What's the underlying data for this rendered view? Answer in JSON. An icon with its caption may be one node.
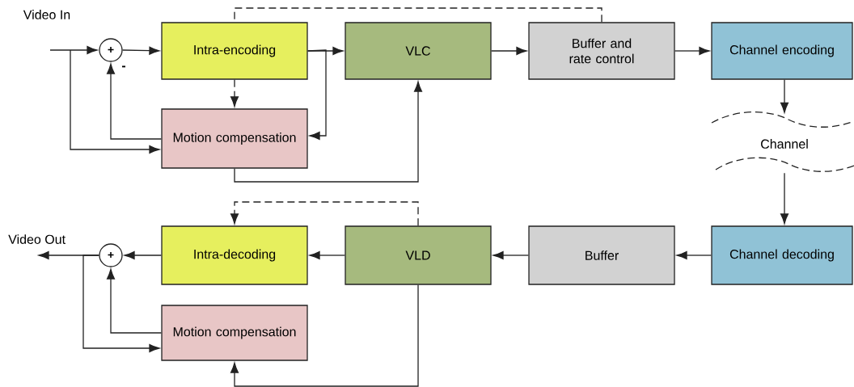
{
  "diagram": {
    "nodes": [
      {
        "text": [
          "+"
        ],
        "beside": [
          "-"
        ]
      },
      {
        "text": [
          "Intra-encoding"
        ]
      },
      {
        "text": [
          "Motion compensation"
        ]
      },
      {
        "text": [
          "VLC"
        ]
      },
      {
        "text": [
          "Buffer and rate control"
        ]
      },
      {
        "text": [
          "Channel encoding"
        ]
      },
      {
        "text": [
          "Channel"
        ]
      },
      {
        "text": [
          "Channel decoding"
        ]
      },
      {
        "text": [
          "Buffer"
        ]
      },
      {
        "text": [
          "VLD"
        ]
      },
      {
        "text": [
          "Intra-decoding"
        ]
      },
      {
        "text": [
          "Video Out"
        ]
      },
      {
        "text": [
          "+"
        ]
      },
      {
        "text": [
          "Motion compensation"
        ]
      }
    ],
    "edges": [
      {
        "from": null,
        "to": 0,
        "arrow": "to"
      },
      {
        "from": null,
        "to": 2,
        "arrow": "to"
      },
      {
        "from": 0,
        "to": 1,
        "arrow": "to"
      },
      {
        "from": 1,
        "to": 3,
        "arrow": "to"
      },
      {
        "from": 1,
        "to": 2,
        "arrow": "to"
      },
      {
        "from": 2,
        "to": 0,
        "arrow": "to"
      },
      {
        "from": 2,
        "to": 3,
        "arrow": "to"
      },
      {
        "from": 4,
        "to": 1,
        "arrow": "none",
        "style": "dashed"
      },
      {
        "from": 1,
        "to": 2,
        "arrow": "to",
        "style": "dashed"
      },
      {
        "from": 3,
        "to": 4,
        "arrow": "to"
      },
      {
        "from": 4,
        "to": 5,
        "arrow": "to"
      },
      {
        "from": 5,
        "to": 6,
        "arrow": "to"
      },
      {
        "from": 6,
        "to": 7,
        "arrow": "to"
      },
      {
        "from": 7,
        "to": 8,
        "arrow": "to"
      },
      {
        "from": 8,
        "to": 9,
        "arrow": "to"
      },
      {
        "from": 9,
        "to": 10,
        "arrow": "to"
      },
      {
        "from": 10,
        "to": 12,
        "arrow": "to"
      },
      {
        "from": 12,
        "to": 11,
        "arrow": "to"
      },
      {
        "from": 12,
        "to": 13,
        "arrow": "to"
      },
      {
        "from": 13,
        "to": 12,
        "arrow": "to"
      },
      {
        "from": 9,
        "to": 13,
        "arrow": "to"
      },
      {
        "from": 9,
        "to": 10,
        "arrow": "to",
        "style": "dashed"
      }
    ],
    "labels": [
      "Video In"
    ]
  }
}
